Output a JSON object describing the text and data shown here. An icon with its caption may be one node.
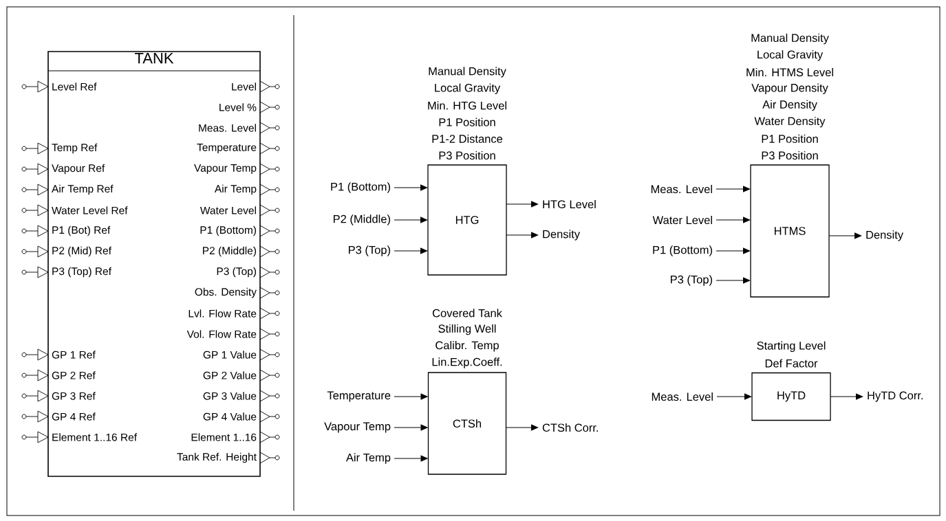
{
  "diagram": {
    "nodes": [
      {
        "text": [
          "TANK"
        ]
      },
      {
        "text": [
          "Level Ref"
        ],
        "in": 0
      },
      {
        "text": [
          "Level"
        ],
        "in": 0
      },
      {
        "text": [
          "Level %"
        ],
        "in": 0
      },
      {
        "text": [
          "Meas. Level"
        ],
        "in": 0
      },
      {
        "text": [
          "Temp Ref"
        ],
        "in": 0
      },
      {
        "text": [
          "Temperature"
        ],
        "in": 0
      },
      {
        "text": [
          "Vapour Ref"
        ],
        "in": 0
      },
      {
        "text": [
          "Vapour Temp"
        ],
        "in": 0
      },
      {
        "text": [
          "Air Temp Ref"
        ],
        "in": 0
      },
      {
        "text": [
          "Air Temp"
        ],
        "in": 0
      },
      {
        "text": [
          "Water Level Ref"
        ],
        "in": 0
      },
      {
        "text": [
          "Water Level"
        ],
        "in": 0
      },
      {
        "text": [
          "P1 (Bot) Ref"
        ],
        "in": 0
      },
      {
        "text": [
          "P1 (Bottom)"
        ],
        "in": 0
      },
      {
        "text": [
          "P2 (Mid) Ref"
        ],
        "in": 0
      },
      {
        "text": [
          "P2 (Middle)"
        ],
        "in": 0
      },
      {
        "text": [
          "P3 (Top) Ref"
        ],
        "in": 0
      },
      {
        "text": [
          "P3 (Top)"
        ],
        "in": 0
      },
      {
        "text": [
          "Obs. Density"
        ],
        "in": 0
      },
      {
        "text": [
          "Lvl. Flow Rate"
        ],
        "in": 0
      },
      {
        "text": [
          "Vol. Flow Rate"
        ],
        "in": 0
      },
      {
        "text": [
          "GP 1 Ref"
        ],
        "in": 0
      },
      {
        "text": [
          "GP 1 Value"
        ],
        "in": 0
      },
      {
        "text": [
          "GP 2 Ref"
        ],
        "in": 0
      },
      {
        "text": [
          "GP 2 Value"
        ],
        "in": 0
      },
      {
        "text": [
          "GP 3 Ref"
        ],
        "in": 0
      },
      {
        "text": [
          "GP 3 Value"
        ],
        "in": 0
      },
      {
        "text": [
          "GP 4 Ref"
        ],
        "in": 0
      },
      {
        "text": [
          "GP 4 Value"
        ],
        "in": 0
      },
      {
        "text": [
          "Element 1..16 Ref"
        ],
        "in": 0
      },
      {
        "text": [
          "Element 1..16"
        ],
        "in": 0
      },
      {
        "text": [
          "Tank Ref. Height"
        ],
        "in": 0
      },
      {
        "text": [
          "P1 (Bottom)"
        ]
      },
      {
        "text": [
          "P2 (Middle)"
        ]
      },
      {
        "text": [
          "P3 (Top)"
        ]
      },
      {
        "text": [
          "HTG"
        ],
        "beside": [
          "Manual Density",
          "Local Gravity",
          "Min. HTG Level",
          "P1 Position",
          "P1-2 Distance",
          "P3 Position"
        ]
      },
      {
        "text": [
          "HTG Level"
        ]
      },
      {
        "text": [
          "Density"
        ]
      },
      {
        "text": [
          "Meas. Level"
        ]
      },
      {
        "text": [
          "Water Level"
        ]
      },
      {
        "text": [
          "P1 (Bottom)"
        ]
      },
      {
        "text": [
          "P3 (Top)"
        ]
      },
      {
        "text": [
          "HTMS"
        ],
        "beside": [
          "Manual Density",
          "Local Gravity",
          "Min. HTMS Level",
          "Vapour Density",
          "Air Density",
          "Water Density",
          "P1 Position",
          "P3 Position"
        ]
      },
      {
        "text": [
          "Density"
        ]
      },
      {
        "text": [
          "Temperature"
        ]
      },
      {
        "text": [
          "Vapour Temp"
        ]
      },
      {
        "text": [
          "Air Temp"
        ]
      },
      {
        "text": [
          "CTSh"
        ],
        "beside": [
          "Covered Tank",
          "Stilling Well",
          "Calibr. Temp",
          "Lin.Exp.Coeff."
        ]
      },
      {
        "text": [
          "CTSh Corr."
        ]
      },
      {
        "text": [
          "Meas. Level"
        ]
      },
      {
        "text": [
          "HyTD"
        ],
        "beside": [
          "Starting Level",
          "Def Factor"
        ]
      },
      {
        "text": [
          "HyTD Corr."
        ]
      }
    ],
    "edges": [
      {
        "from": 33,
        "to": 36,
        "arrow": "to"
      },
      {
        "from": 34,
        "to": 36,
        "arrow": "to"
      },
      {
        "from": 35,
        "to": 36,
        "arrow": "to"
      },
      {
        "from": 36,
        "to": 37,
        "arrow": "to"
      },
      {
        "from": 36,
        "to": 38,
        "arrow": "to"
      },
      {
        "from": 39,
        "to": 43,
        "arrow": "to"
      },
      {
        "from": 40,
        "to": 43,
        "arrow": "to"
      },
      {
        "from": 41,
        "to": 43,
        "arrow": "to"
      },
      {
        "from": 42,
        "to": 43,
        "arrow": "to"
      },
      {
        "from": 43,
        "to": 44,
        "arrow": "to"
      },
      {
        "from": 45,
        "to": 48,
        "arrow": "to"
      },
      {
        "from": 46,
        "to": 48,
        "arrow": "to"
      },
      {
        "from": 47,
        "to": 48,
        "arrow": "to"
      },
      {
        "from": 48,
        "to": 49,
        "arrow": "to"
      },
      {
        "from": 50,
        "to": 51,
        "arrow": "to"
      },
      {
        "from": 51,
        "to": 52,
        "arrow": "to"
      }
    ]
  }
}
